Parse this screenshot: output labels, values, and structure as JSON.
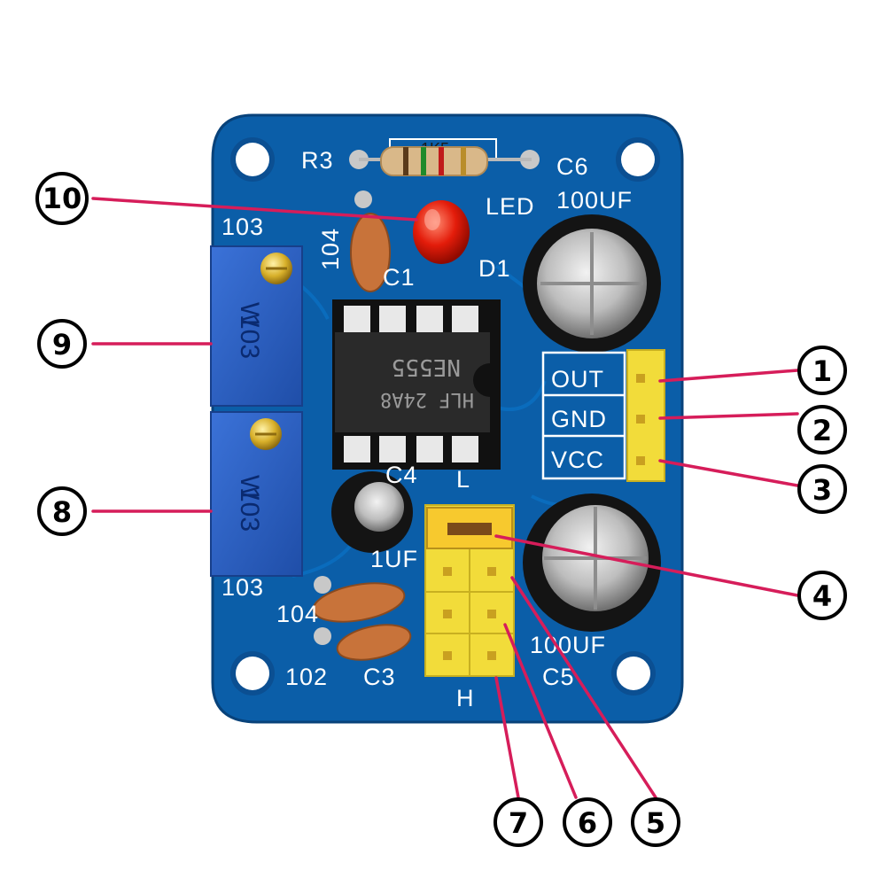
{
  "board": {
    "labels": {
      "r3": "R3",
      "resistor_band": "1K5",
      "c6": "C6",
      "c6_value": "100UF",
      "led": "LED",
      "c1_value": "104",
      "c1": "C1",
      "d1": "D1",
      "pot_top_value": "103",
      "pot_bottom_value": "103",
      "out": "OUT",
      "gnd": "GND",
      "vcc": "VCC",
      "c4": "C4",
      "c4_value": "1UF",
      "l": "L",
      "h": "H",
      "c2_value": "104",
      "c3_value": "102",
      "c3": "C3",
      "c5": "C5",
      "c5_value": "100UF"
    },
    "chip": {
      "line1": "HLF 24A8",
      "line2": "NE555"
    },
    "pots": {
      "top_marking": "103",
      "top_logo": "W",
      "bottom_marking": "103",
      "bottom_logo": "W"
    }
  },
  "callouts": [
    {
      "num": "1"
    },
    {
      "num": "2"
    },
    {
      "num": "3"
    },
    {
      "num": "4"
    },
    {
      "num": "5"
    },
    {
      "num": "6"
    },
    {
      "num": "7"
    },
    {
      "num": "8"
    },
    {
      "num": "9"
    },
    {
      "num": "10"
    }
  ],
  "colors": {
    "pcb": "#0b5ea8",
    "leader": "#d61d5a",
    "header": "#f2dc3a",
    "pot": "#2f63c8"
  }
}
